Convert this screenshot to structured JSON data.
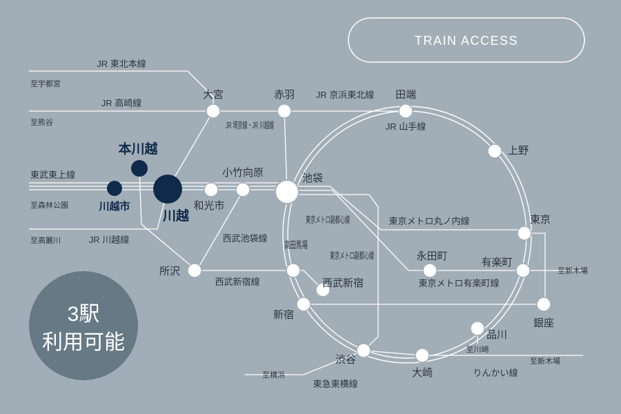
{
  "title": "TRAIN ACCESS",
  "badge": {
    "line1": "3駅",
    "line2": "利用可能",
    "color": "#667985"
  },
  "colors": {
    "background": "#a2aeb7",
    "lines": "#ffffff",
    "home_stations": "#0f2a4a",
    "text": "#2b3440"
  },
  "home_stations": {
    "hon_kawagoe": "本川越",
    "kawagoe": "川越",
    "kawagoeshi": "川越市"
  },
  "stations": {
    "omiya": "大宮",
    "akabane": "赤羽",
    "tabata": "田端",
    "ueno": "上野",
    "kotake_mukaihara": "小竹向原",
    "wakoshi": "和光市",
    "ikebukuro": "池袋",
    "tokyo": "東京",
    "nagatacho": "永田町",
    "yurakucho": "有楽町",
    "takadanobaba": "高田馬場",
    "seibu_shinjuku": "西武新宿",
    "tokorozawa": "所沢",
    "shinjuku": "新宿",
    "ginza": "銀座",
    "shinagawa": "品川",
    "shibuya": "渋谷",
    "osaki": "大崎"
  },
  "lines": {
    "jr_tohoku": "JR 東北本線",
    "jr_takasaki": "JR 高崎線",
    "tobu_tojo": "東武東上線",
    "jr_kawagoe": "JR 川越線",
    "jr_saikyo": "JR 埼京線・JR 川越線",
    "jr_keihin_tohoku": "JR 京浜東北線",
    "jr_yamanote": "JR 山手線",
    "seibu_ikebukuro": "西武池袋線",
    "seibu_shinjuku": "西武新宿線",
    "metro_fukutoshin_1": "東京メトロ副都心線",
    "metro_fukutoshin_2": "東京メトロ副都心線",
    "metro_marunouchi": "東京メトロ丸ノ内線",
    "metro_yurakucho": "東京メトロ有楽町線",
    "tokyu_toyoko": "東急東横線",
    "rinkai": "りんかい線"
  },
  "destinations": {
    "utsunomiya": "至宇都宮",
    "kumagaya": "至熊谷",
    "shinrin_koen": "至森林公園",
    "komagawa": "至高麗川",
    "shinkiba_1": "至新木場",
    "shinkiba_2": "至新木場",
    "kawasaki": "至川崎",
    "yokohama": "至横浜"
  }
}
